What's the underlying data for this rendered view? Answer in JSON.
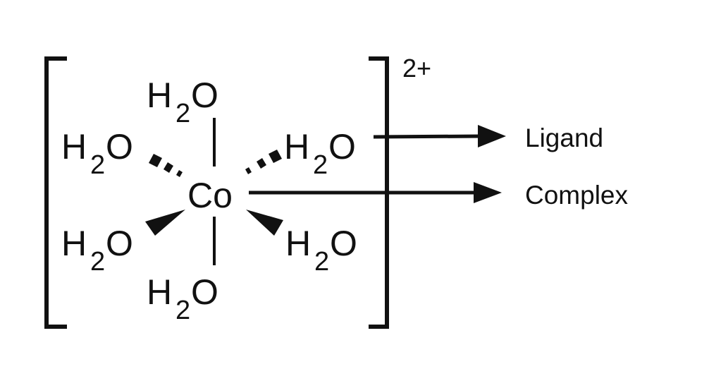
{
  "diagram": {
    "type": "coordination-complex",
    "complex": {
      "central_metal": "Co",
      "ligand_formula": {
        "h": "H",
        "subscript": "2",
        "o": "O"
      },
      "ligand_count": 6,
      "ligands": [
        {
          "position": "top",
          "bond": "plain"
        },
        {
          "position": "upper-left",
          "bond": "hashed-wedge"
        },
        {
          "position": "upper-right",
          "bond": "hashed-wedge"
        },
        {
          "position": "lower-left",
          "bond": "solid-wedge"
        },
        {
          "position": "lower-right",
          "bond": "solid-wedge"
        },
        {
          "position": "bottom",
          "bond": "plain"
        }
      ],
      "charge": "2+",
      "geometry": "octahedral"
    },
    "annotations": [
      {
        "label": "Ligand",
        "points_to": "upper-right H2O"
      },
      {
        "label": "Complex",
        "points_to": "Co"
      }
    ],
    "colors": {
      "ink": "#111111",
      "background": "#ffffff"
    }
  }
}
